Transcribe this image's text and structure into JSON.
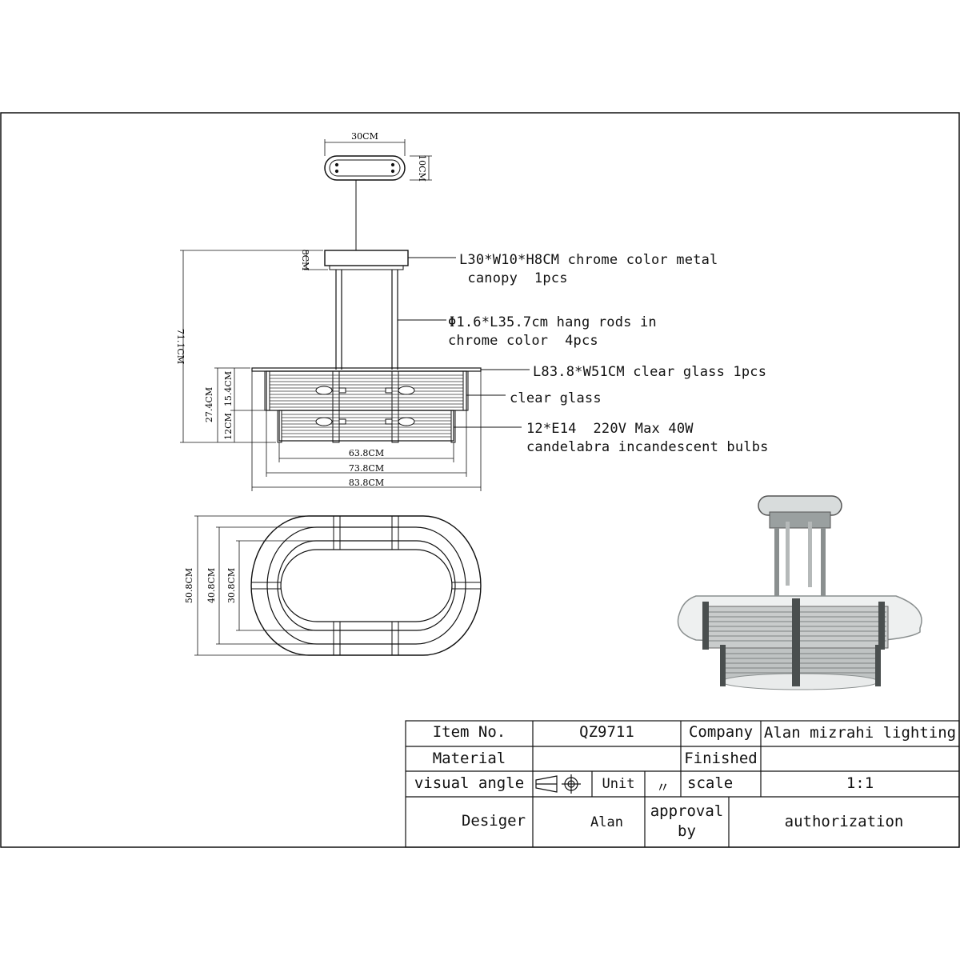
{
  "dimensions": {
    "canopy_length": "30CM",
    "canopy_width": "10CM",
    "canopy_height": "8CM",
    "overall_height": "71.1CM",
    "body_height": "27.4CM",
    "upper_tier_height": "15.4CM",
    "lower_tier_height": "12CM",
    "lower_tier_width": "63.8CM",
    "upper_tier_width": "73.8CM",
    "glass_plate_width": "83.8CM",
    "plan_depth_outer": "50.8CM",
    "plan_depth_middle": "40.8CM",
    "plan_depth_inner": "30.8CM"
  },
  "callouts": {
    "canopy": "L30*W10*H8CM chrome color metal\n canopy  1pcs",
    "rods": "Φ1.6*L35.7cm hang rods in\nchrome color  4pcs",
    "glass_plate": "L83.8*W51CM clear glass 1pcs",
    "clear_glass": "clear glass",
    "bulbs": "12*E14  220V Max 40W\ncandelabra incandescent bulbs"
  },
  "title_block": {
    "item_no_label": "Item No.",
    "item_no_value": "QZ9711",
    "company_label": "Company",
    "company_value": "Alan mizrahi lighting",
    "material_label": "Material",
    "finished_label": "Finished",
    "visual_angle_label": "visual angle",
    "unit_label": "Unit",
    "unit_value": "〃",
    "scale_label": "scale",
    "scale_value": "1:1",
    "designer_label": "Desiger",
    "designer_value": "Alan",
    "approval_label": "approval\nby",
    "authorization_label": "authorization"
  },
  "colors": {
    "line": "#111111",
    "chrome_light": "#e6e6e6",
    "chrome_dark": "#555555",
    "glass": "#c9cccc"
  }
}
